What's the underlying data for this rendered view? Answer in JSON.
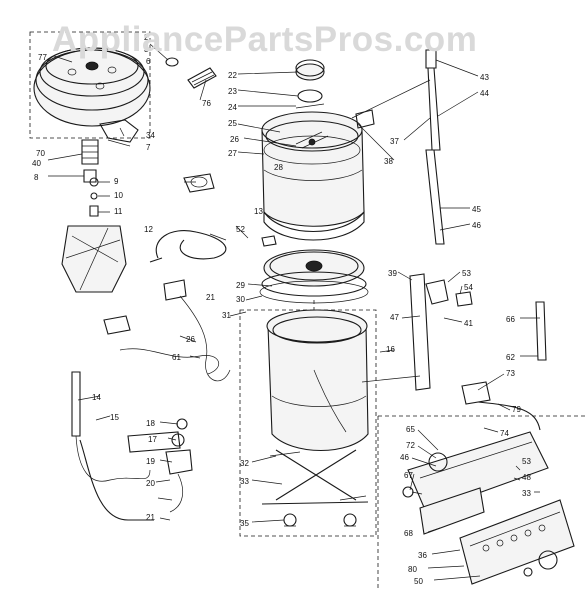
{
  "watermark": "AppliancePartsPros.com",
  "labels": [
    "77",
    "2",
    "3",
    "6",
    "22",
    "23",
    "24",
    "25",
    "26",
    "27",
    "28",
    "43",
    "44",
    "37",
    "38",
    "76",
    "34",
    "7",
    "70",
    "40",
    "8",
    "9",
    "10",
    "11",
    "12",
    "13",
    "52",
    "29",
    "30",
    "31",
    "45",
    "46",
    "21",
    "26",
    "61",
    "39",
    "53",
    "54",
    "41",
    "47",
    "16",
    "66",
    "62",
    "73",
    "79",
    "74",
    "14",
    "15",
    "18",
    "17",
    "19",
    "20",
    "21",
    "32",
    "33",
    "35",
    "65",
    "72",
    "46",
    "67",
    "53",
    "48",
    "33",
    "68",
    "36",
    "80",
    "50"
  ]
}
